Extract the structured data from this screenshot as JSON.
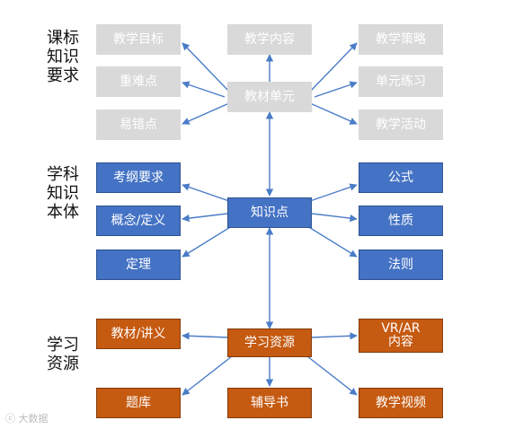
{
  "side_labels": {
    "curriculum": "课标知识要求",
    "subject": "学科知识本体",
    "resources": "学习资源"
  },
  "nodes": {
    "teaching_goal": "教学目标",
    "teaching_content": "教学内容",
    "teaching_strategy": "教学策略",
    "key_difficult": "重难点",
    "textbook_unit": "教材单元",
    "unit_practice": "单元练习",
    "error_prone": "易错点",
    "teaching_activity": "教学活动",
    "syllabus": "考纲要求",
    "knowledge_point": "知识点",
    "formula": "公式",
    "concept": "概念/定义",
    "property": "性质",
    "theorem": "定理",
    "rule": "法则",
    "textbook_notes": "教材/讲义",
    "learning_resources": "学习资源",
    "vr_ar": "VR/AR内容",
    "question_bank": "题库",
    "tutorial_book": "辅导书",
    "teaching_video": "教学视频"
  },
  "colors": {
    "gray": "#d9d9d9",
    "blue": "#4472c4",
    "orange": "#c55a11",
    "connector": "#4a7cc8"
  },
  "watermark": "大数据"
}
